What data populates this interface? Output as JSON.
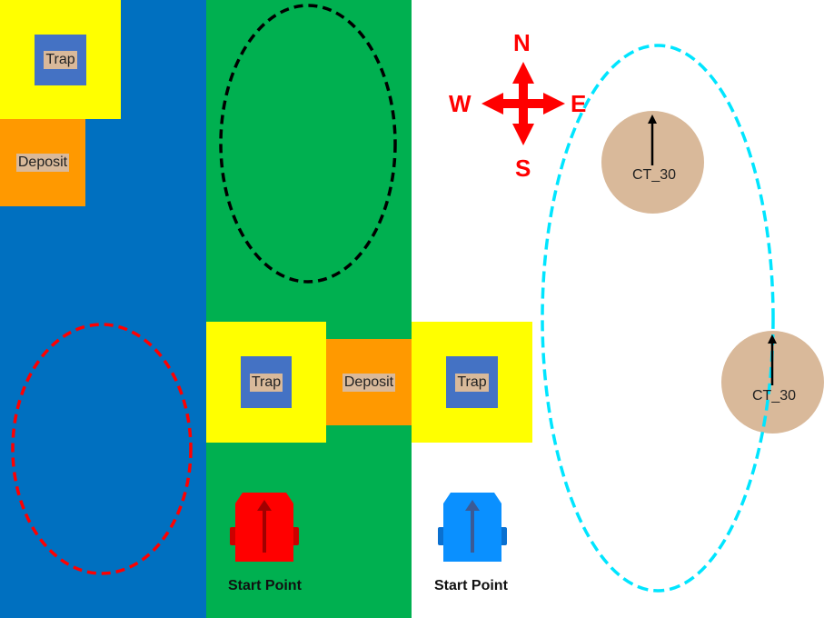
{
  "colors": {
    "blue_zone": "#0070c0",
    "green_zone": "#00b050",
    "white_zone": "#ffffff",
    "yellow_pad": "#ffff00",
    "deposit": "#ff9900",
    "trap": "#4472c4",
    "label_bg": "#d9b99a",
    "robot_red": "#ff0000",
    "robot_blue": "#0a90ff",
    "compass": "#ff0000",
    "ellipse_black": "#000000",
    "ellipse_red": "#ff0000",
    "ellipse_cyan": "#00e5ff"
  },
  "compass": {
    "north": "N",
    "south": "S",
    "east": "E",
    "west": "W"
  },
  "zones": {
    "blue": {
      "trap_label": "Trap",
      "deposit_label": "Deposit"
    },
    "green": {
      "trap_label": "Trap",
      "deposit_label": "Deposit",
      "start_label": "Start Point"
    },
    "white": {
      "trap_label": "Trap",
      "start_label": "Start Point",
      "targets": [
        {
          "label": "CT_30"
        },
        {
          "label": "CT_30"
        }
      ]
    }
  },
  "icons": {
    "robot_red": "robot-icon",
    "robot_blue": "robot-icon",
    "compass": "compass-icon"
  }
}
